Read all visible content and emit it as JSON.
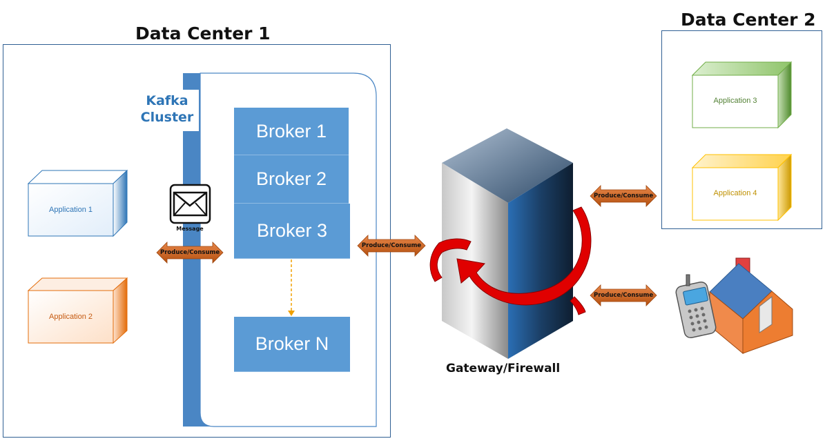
{
  "titles": {
    "dc1": "Data Center 1",
    "dc2": "Data Center 2"
  },
  "kafka": {
    "label_line1": "Kafka",
    "label_line2": "Cluster"
  },
  "brokers": [
    "Broker 1",
    "Broker 2",
    "Broker 3",
    "Broker N"
  ],
  "message_label": "Message",
  "applications": {
    "app1": "Application 1",
    "app2": "Application 2",
    "app3": "Application 3",
    "app4": "Application 4"
  },
  "arrows": {
    "a1": "Produce/Consume",
    "a2": "Produce/Consume",
    "a3": "Produce/Consume",
    "a4": "Produce/Consume"
  },
  "gateway_label": "Gateway/Firewall",
  "colors": {
    "broker": "#5b9bd5",
    "arrow": "#c55a11",
    "app_blue": "#2e75b6",
    "app_orange": "#e36c0a",
    "app_green": "#70ad47",
    "app_yellow": "#ffc000",
    "rotation_arrow": "#e00000"
  }
}
